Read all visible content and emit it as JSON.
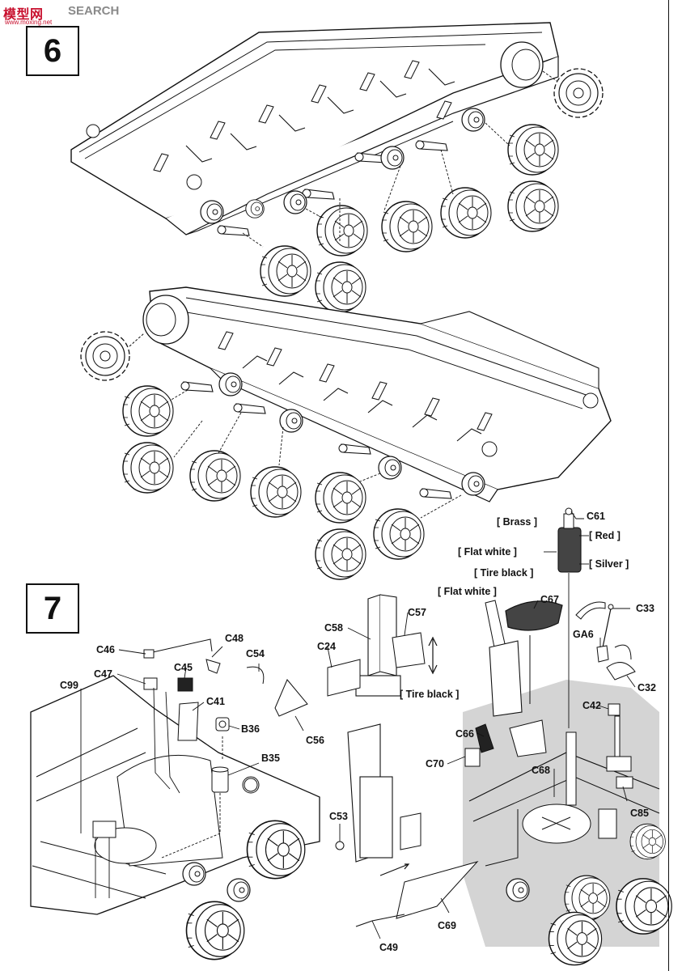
{
  "watermark": {
    "brand": "模型网",
    "search": "SEARCH",
    "url": "www.moxing.net"
  },
  "steps": [
    {
      "number": "6"
    },
    {
      "number": "7"
    }
  ],
  "part_labels": {
    "c61": "C61",
    "c33": "C33",
    "ga6": "GA6",
    "c32": "C32",
    "c67": "C67",
    "c58": "C58",
    "c57": "C57",
    "c24": "C24",
    "c54": "C54",
    "c56": "C56",
    "c46": "C46",
    "c48": "C48",
    "c47": "C47",
    "c45": "C45",
    "c41": "C41",
    "c99": "C99",
    "b36": "B36",
    "b35": "B35",
    "c42": "C42",
    "c66": "C66",
    "c70": "C70",
    "c68": "C68",
    "c85": "C85",
    "c53": "C53",
    "c49": "C49",
    "c69": "C69"
  },
  "paint_callouts": {
    "brass": "[ Brass ]",
    "red": "[ Red ]",
    "flat_white_1": "[ Flat white ]",
    "silver": "[ Silver ]",
    "tire_black_1": "[ Tire black ]",
    "flat_white_2": "[ Flat white ]",
    "tire_black_2": "[ Tire black ]"
  },
  "colors": {
    "line": "#111111",
    "shade": "#d4d4d4",
    "extinguisher": "#444444",
    "step_box_border": "#111111",
    "watermark_red": "#c8102e",
    "watermark_gray": "#8a8a8a"
  }
}
